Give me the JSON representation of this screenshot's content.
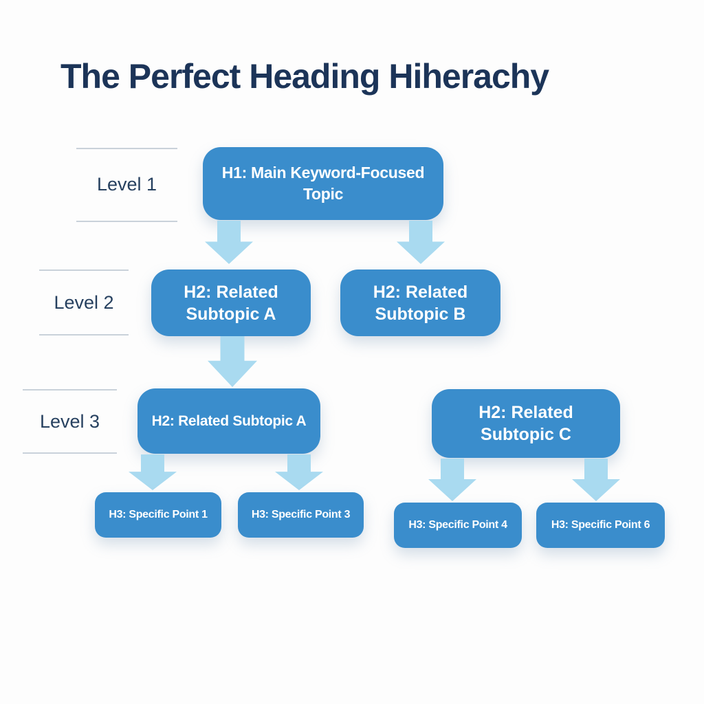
{
  "title": "The Perfect Heading Hiherachy",
  "levels": [
    {
      "label": "Level 1"
    },
    {
      "label": "Level 2"
    },
    {
      "label": "Level 3"
    }
  ],
  "nodes": {
    "h1": {
      "heading_level": "H1",
      "lines": [
        "H1: Main Keyword-Focused",
        "Topic"
      ]
    },
    "h2a": {
      "heading_level": "H2",
      "lines": [
        "H2: Related",
        "Subtopic A"
      ]
    },
    "h2b": {
      "heading_level": "H2",
      "lines": [
        "H2: Related",
        "Subtopic B"
      ]
    },
    "h2a_l3": {
      "heading_level": "H2",
      "lines": [
        "H2: Related Subtopic A"
      ]
    },
    "h2c": {
      "heading_level": "H2",
      "lines": [
        "H2: Related",
        "Subtopic C"
      ]
    },
    "h3p1": {
      "heading_level": "H3",
      "lines": [
        "H3: Specific Point 1"
      ]
    },
    "h3p3": {
      "heading_level": "H3",
      "lines": [
        "H3: Specific Point 3"
      ]
    },
    "h3p4": {
      "heading_level": "H3",
      "lines": [
        "H3: Specific Point 4"
      ]
    },
    "h3p6": {
      "heading_level": "H3",
      "lines": [
        "H3: Specific Point 6"
      ]
    }
  },
  "edges": [
    {
      "from": "h1",
      "to": "h2a"
    },
    {
      "from": "h1",
      "to": "h2b"
    },
    {
      "from": "h2a",
      "to": "h2a_l3"
    },
    {
      "from": "h2a_l3",
      "to": "h3p1"
    },
    {
      "from": "h2a_l3",
      "to": "h3p3"
    },
    {
      "from": "h2c",
      "to": "h3p4"
    },
    {
      "from": "h2c",
      "to": "h3p6"
    }
  ],
  "colors": {
    "box_blue": "#3a8dcc",
    "arrow_blue": "#a9daf0",
    "title_color": "#1c3458",
    "label_color": "#26405f",
    "line_color": "#c9d1da",
    "bg_color": "#fdfdfd"
  }
}
